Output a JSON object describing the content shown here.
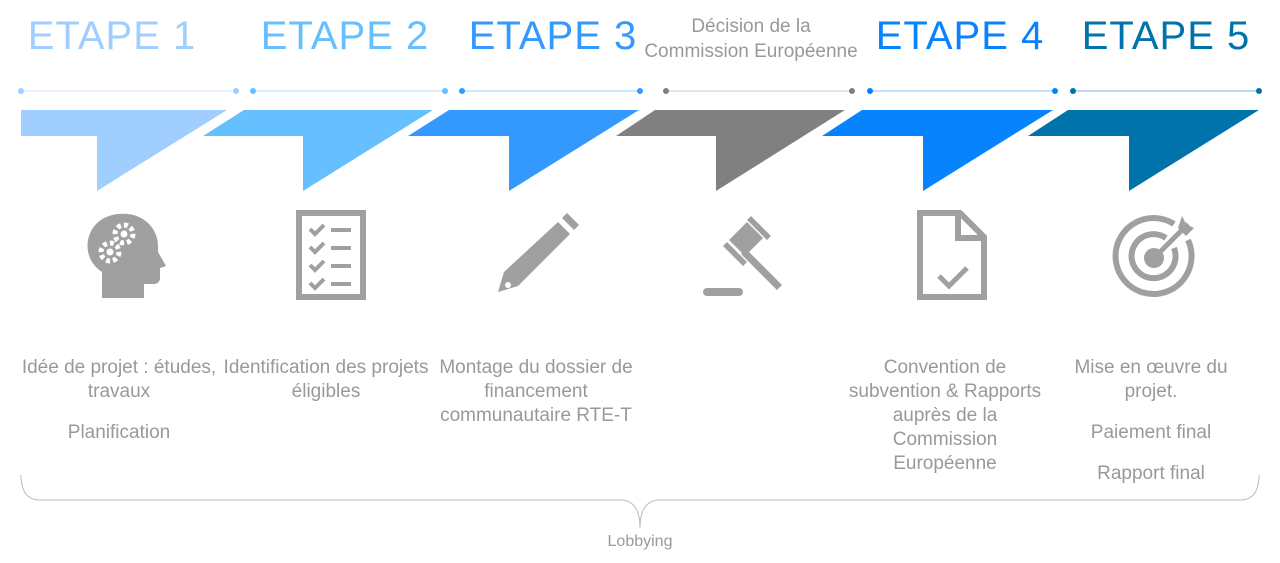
{
  "steps": [
    {
      "title": "ETAPE 1",
      "color": "#a0cefe",
      "icon": "head-gears-icon",
      "lines": [
        "Idée de projet : études, travaux",
        "Planification"
      ]
    },
    {
      "title": "ETAPE 2",
      "color": "#66bffe",
      "icon": "checklist-icon",
      "lines": [
        "Identification des projets éligibles"
      ]
    },
    {
      "title": "ETAPE 3",
      "color": "#3399fe",
      "icon": "pencil-icon",
      "lines": [
        "Montage du dossier de financement communautaire RTE-T"
      ]
    },
    {
      "title": "Décision de la Commission Européenne",
      "color": "#808080",
      "icon": "gavel-icon",
      "lines": []
    },
    {
      "title": "ETAPE 4",
      "color": "#0783fe",
      "icon": "document-check-icon",
      "lines": [
        "Convention de subvention & Rapports auprès de la Commission Européenne"
      ]
    },
    {
      "title": "ETAPE 5",
      "color": "#0073aa",
      "icon": "target-icon",
      "lines": [
        "Mise en œuvre du projet.",
        "Paiement final",
        "Rapport final"
      ]
    }
  ],
  "brace_label": "Lobbying",
  "icon_color": "#a0a0a0"
}
